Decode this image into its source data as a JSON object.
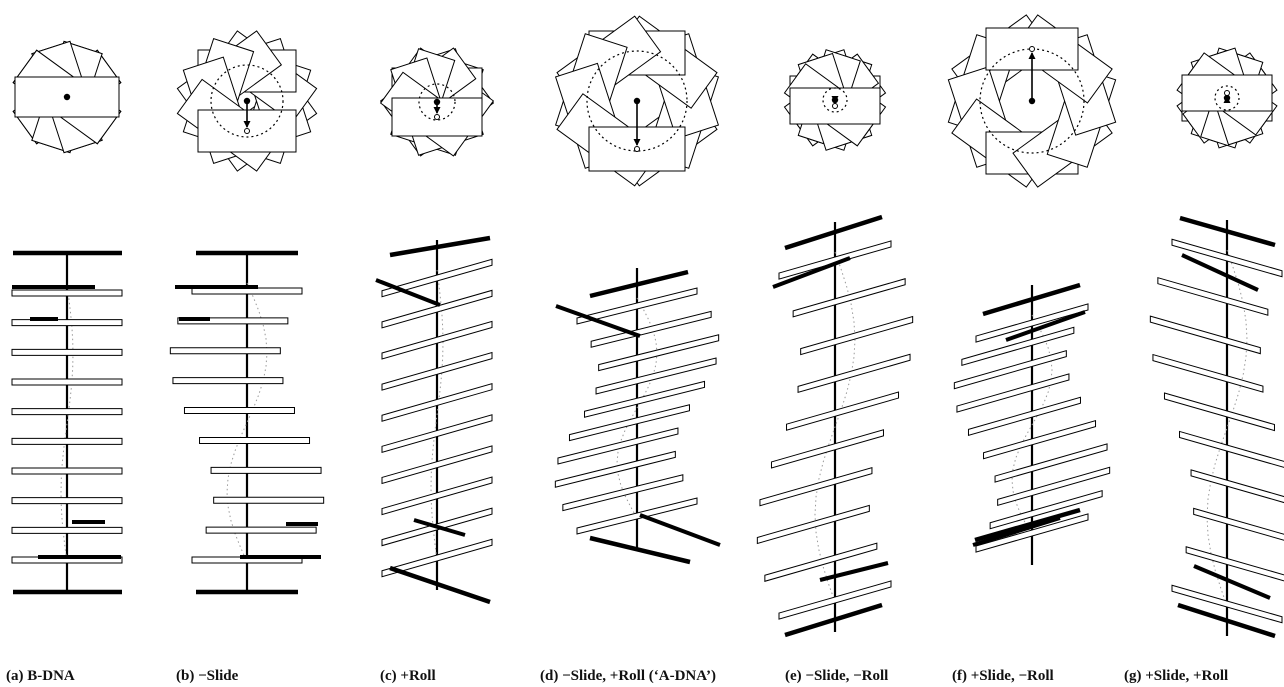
{
  "panels": [
    {
      "id": "a",
      "caption": "(a) B-DNA"
    },
    {
      "id": "b",
      "caption": "(b) −Slide"
    },
    {
      "id": "c",
      "caption": "(c) +Roll"
    },
    {
      "id": "d",
      "caption": "(d) −Slide, +Roll (‘A-DNA’)"
    },
    {
      "id": "e",
      "caption": "(e) −Slide, −Roll"
    },
    {
      "id": "f",
      "caption": "(f) +Slide, −Roll"
    },
    {
      "id": "g",
      "caption": "(g) +Slide, +Roll"
    }
  ],
  "colors": {
    "ink": "#000000",
    "plate_fill": "#ffffff",
    "paper": "#ffffff"
  }
}
